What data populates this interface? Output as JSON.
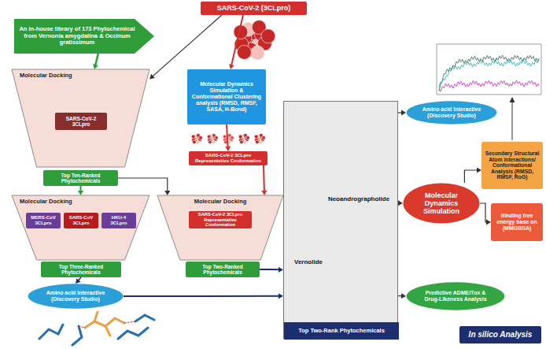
{
  "diagram": {
    "nodes": [
      {
        "text": [
          "SARS-CoV-2 (3CLpro)"
        ]
      },
      {
        "text": [
          "An in-house library of 173 Phytochemical from Vernonia amygdalina & Occinum gratissimum"
        ]
      },
      {
        "text": [
          "Molecular Docking"
        ]
      },
      {
        "text": [
          "SARS-CoV-2 3CLpro"
        ],
        "in": 2
      },
      {
        "text": [
          "Top Ten-Ranked Phytochemicals"
        ]
      },
      {
        "text": [
          "Molecular Dynamics Simulation & Conformational Clustering analysis (RMSD, RMSF, SASA, H-Bond)"
        ]
      },
      {
        "text": [
          "SARS-CoV-2 3CLpro Representative Conformation"
        ]
      },
      {
        "text": [
          "Molecular Docking"
        ]
      },
      {
        "text": [
          "MERS-CoV 3CLpro"
        ],
        "in": 7
      },
      {
        "text": [
          "SARS-CoV 3CLpro"
        ],
        "in": 7
      },
      {
        "text": [
          "HKU-4 3CLpro"
        ],
        "in": 7
      },
      {
        "text": [
          "Top Three-Ranked Phytochemicals"
        ]
      },
      {
        "text": [
          "Molecular Docking"
        ]
      },
      {
        "text": [
          "SARS-CoV-2 3CLpro Representative Conformation"
        ],
        "in": 12
      },
      {
        "text": [
          "Top Two-Ranked Phytochemicals"
        ]
      },
      {
        "text": [
          "Amino acid Interactive (Discovery Studio)"
        ]
      },
      {
        "text": [
          "Neoandrographolide",
          "Vernolide",
          "Top Two-Rank Phytochemicals"
        ]
      },
      {
        "text": [
          "Amino acid Interactive (Discovery Studio)"
        ]
      },
      {
        "text": [
          "Molecular Dynamics Simulation"
        ]
      },
      {
        "text": [
          "Predictive ADME/Tox & Drug-Likeness Analysis"
        ]
      },
      {
        "text": [
          "Secondary Structural Atom interactions/ Conformational Analysis (RMSD, RMSF, RoG)"
        ]
      },
      {
        "text": [
          "Binding free energy base on (MMGBSA)"
        ]
      },
      {
        "text": [
          "In silico Analysis"
        ]
      }
    ],
    "edges": [
      {
        "from": 0,
        "to": 2,
        "arrow": "to"
      },
      {
        "from": 1,
        "to": 2,
        "arrow": "to"
      },
      {
        "from": 0,
        "to": 5,
        "arrow": "to"
      },
      {
        "from": 5,
        "to": 6,
        "arrow": "to"
      },
      {
        "from": 6,
        "to": 12,
        "arrow": "to"
      },
      {
        "from": 4,
        "to": 7,
        "arrow": "to"
      },
      {
        "from": 4,
        "to": 12,
        "arrow": "to"
      },
      {
        "from": 11,
        "to": 15,
        "arrow": "to"
      },
      {
        "from": 14,
        "to": 16,
        "arrow": "to"
      },
      {
        "from": 15,
        "to": 16,
        "arrow": "to"
      },
      {
        "from": 16,
        "to": 17,
        "arrow": "to"
      },
      {
        "from": 16,
        "to": 18,
        "arrow": "to"
      },
      {
        "from": 16,
        "to": 19,
        "arrow": "to"
      },
      {
        "from": 18,
        "to": 20,
        "arrow": "to"
      },
      {
        "from": 18,
        "to": 21,
        "arrow": "to"
      }
    ]
  }
}
